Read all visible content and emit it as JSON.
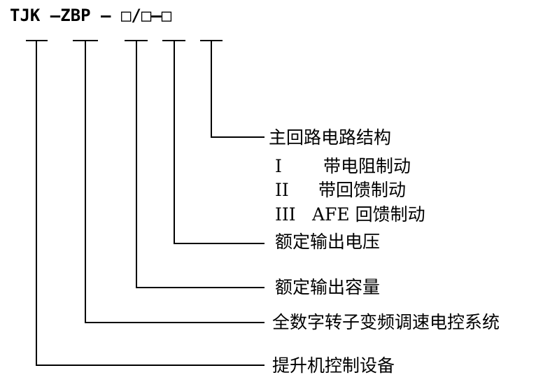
{
  "model_code": "TJK –ZBP – □/□–□",
  "fields": [
    {
      "label": "主回路电路结构"
    },
    {
      "label": "额定输出电压"
    },
    {
      "label": "额定输出容量"
    },
    {
      "label": "全数字转子变频调速电控系统"
    },
    {
      "label": "提升机控制设备"
    }
  ],
  "circuit_options": [
    {
      "code": "I",
      "desc": "带电阻制动"
    },
    {
      "code": "II",
      "desc": "带回馈制动"
    },
    {
      "code": "III",
      "desc": "AFE 回馈制动"
    }
  ]
}
